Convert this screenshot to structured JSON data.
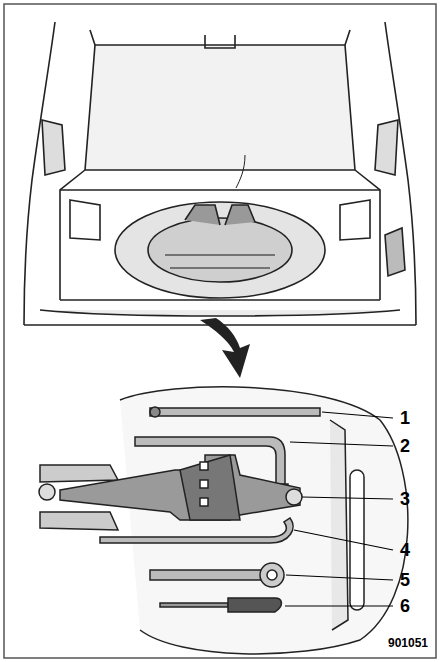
{
  "diagram": {
    "labels": [
      "1",
      "2",
      "3",
      "4",
      "5",
      "6",
      "901051"
    ]
  }
}
